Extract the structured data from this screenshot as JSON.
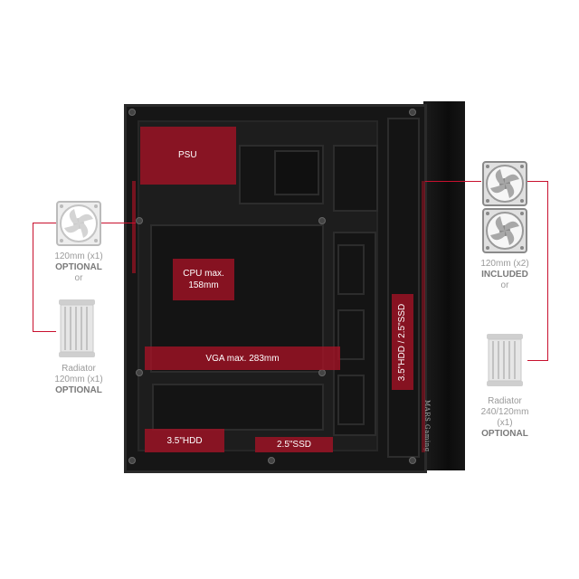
{
  "labels": {
    "psu": "PSU",
    "cpu": "CPU max.\n158mm",
    "vga": "VGA max. 283mm",
    "hdd_ssd_bay": "3.5\"HDD / 2.5\"SSD",
    "hdd": "3.5\"HDD",
    "ssd": "2.5\"SSD",
    "brand": "MARS Gaming"
  },
  "left": {
    "fan_size": "120mm (x1)",
    "fan_status": "OPTIONAL",
    "or": "or",
    "radiator_title": "Radiator",
    "radiator_size": "120mm (x1)",
    "radiator_status": "OPTIONAL"
  },
  "right": {
    "fan_size": "120mm (x2)",
    "fan_status": "INCLUDED",
    "or": "or",
    "radiator_title": "Radiator",
    "radiator_size": "240/120mm",
    "radiator_count": "(x1)",
    "radiator_status": "OPTIONAL"
  },
  "colors": {
    "accent": "#c8102e",
    "highlight": "#a01224",
    "case": "#161616"
  },
  "icons": [
    "fan-icon",
    "radiator-icon"
  ]
}
